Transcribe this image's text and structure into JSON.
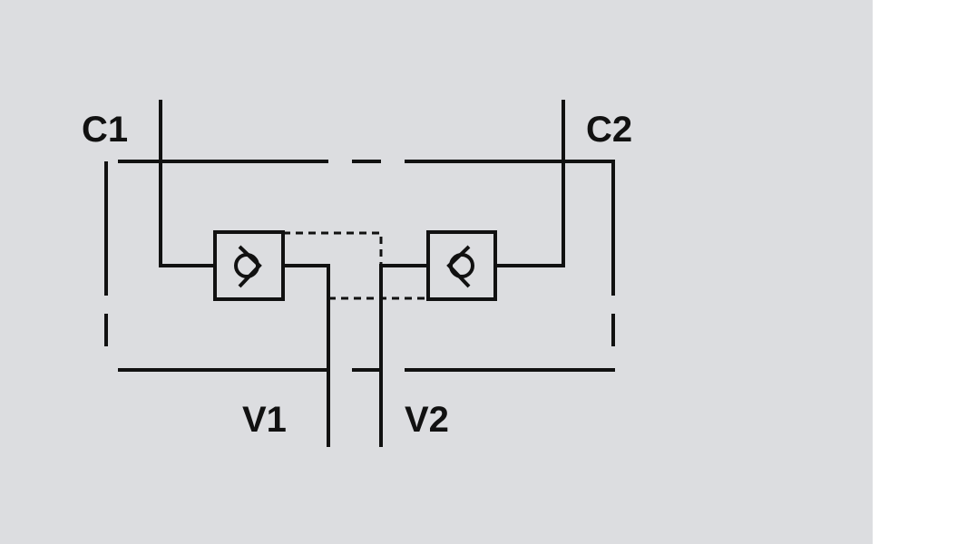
{
  "diagram": {
    "ports": {
      "c1": "C1",
      "c2": "C2",
      "v1": "V1",
      "v2": "V2"
    },
    "colors": {
      "background": "#dcdde0",
      "stroke": "#111111"
    }
  }
}
